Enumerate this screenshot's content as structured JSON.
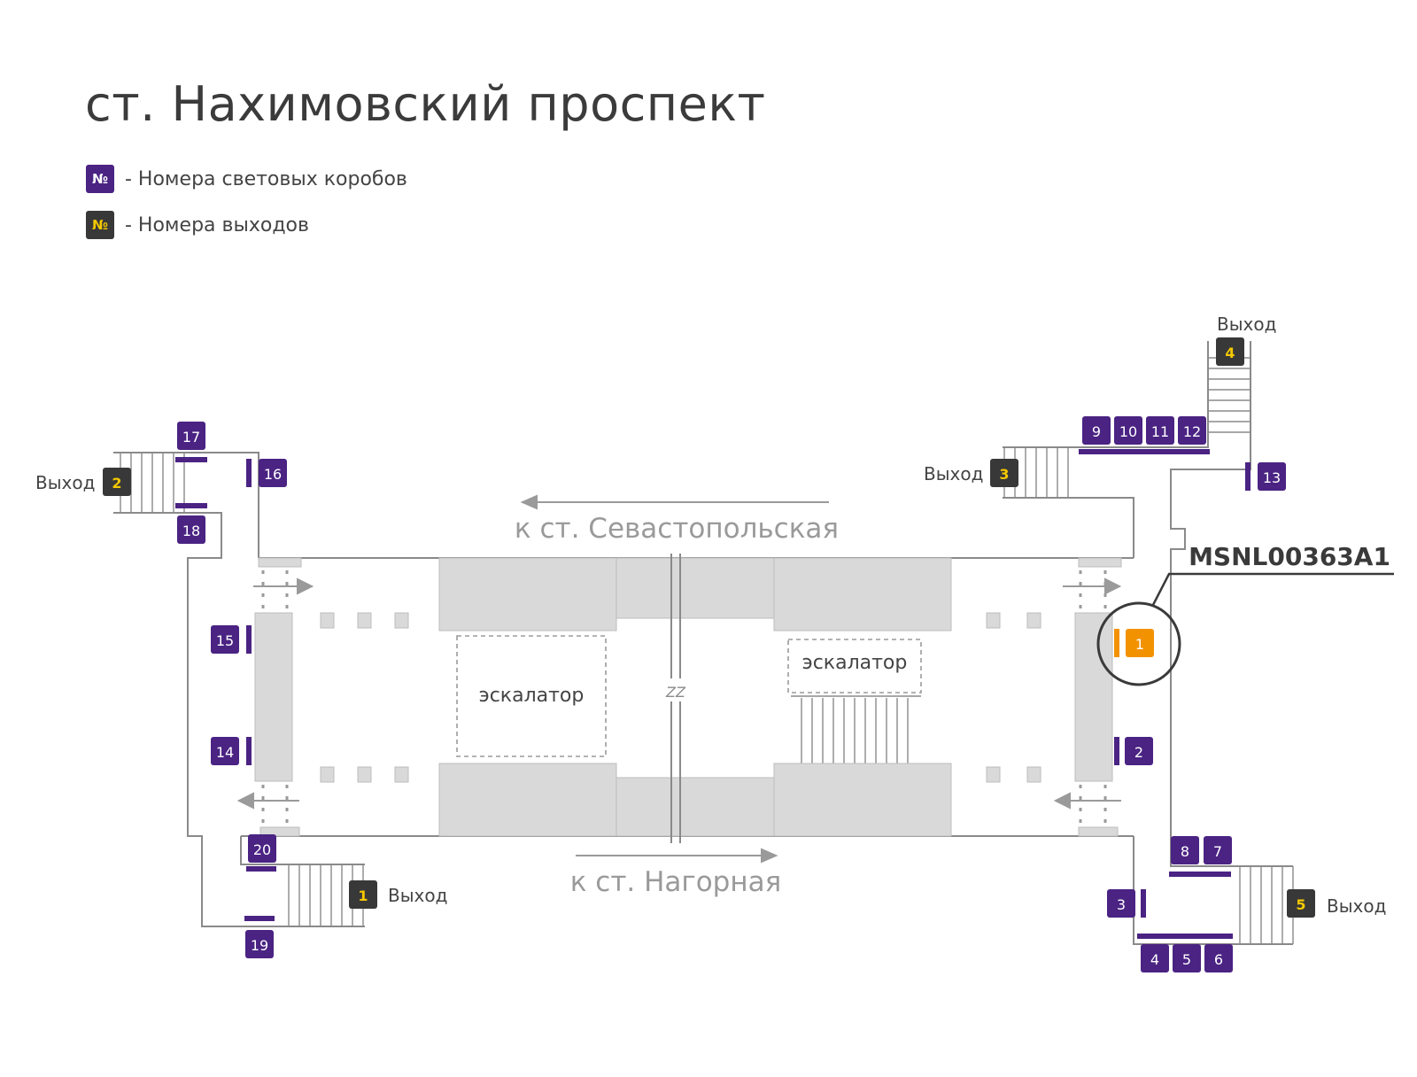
{
  "title": "ст. Нахимовский проспект",
  "colors": {
    "lightbox": "#4a2383",
    "exit": "#383838",
    "exit_number": "#f5c800",
    "highlight": "#f39200",
    "wall": "#8a8a8a",
    "block": "#d9d9d9"
  },
  "legend": [
    {
      "symbol": "№",
      "text": "- Номера световых коробов",
      "kind": "lightbox"
    },
    {
      "symbol": "№",
      "text": "- Номера выходов",
      "kind": "exit"
    }
  ],
  "directions": {
    "north": "к ст. Севастопольская",
    "south": "к ст. Нагорная"
  },
  "escalator_label": "эскалатор",
  "break_mark": "ZZ",
  "exit_word": "Выход",
  "callout_code": "MSNL00363A1",
  "highlighted_box": "1",
  "lightboxes": [
    "2",
    "3",
    "4",
    "5",
    "6",
    "7",
    "8",
    "9",
    "10",
    "11",
    "12",
    "13",
    "14",
    "15",
    "16",
    "17",
    "18",
    "19",
    "20"
  ],
  "exits": [
    "1",
    "2",
    "3",
    "4",
    "5"
  ]
}
